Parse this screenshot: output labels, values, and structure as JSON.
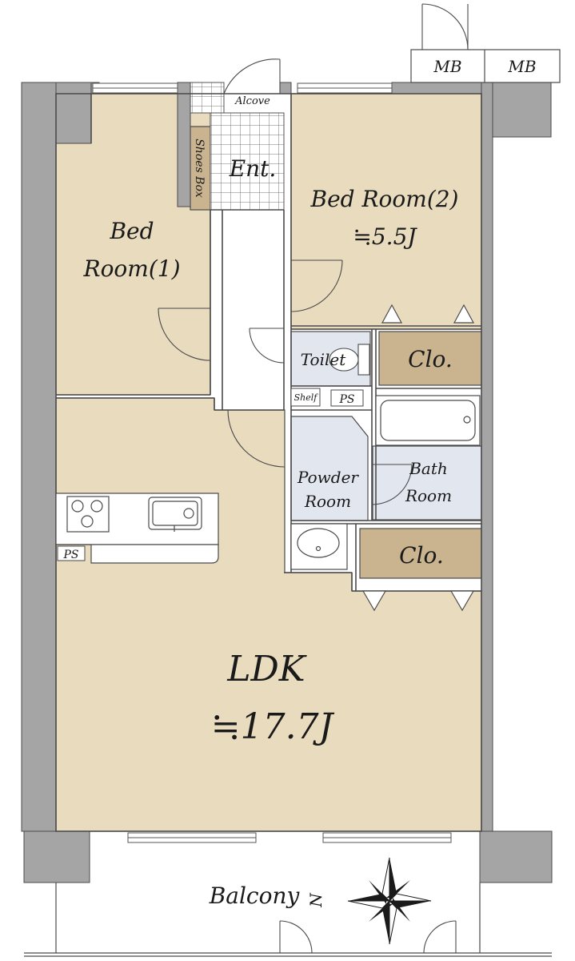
{
  "colors": {
    "floor": "#e8dbbe",
    "closet": "#c9b48f",
    "wet": "#e2e6ef",
    "wall": "#a5a5a5",
    "line": "#4a4a4a",
    "tile": "#777777"
  },
  "labels": {
    "mb_1": "MB",
    "mb_2": "MB",
    "alcove": "Alcove",
    "shoes_box": "Shoes Box",
    "entrance": "Ent.",
    "bedroom1_line1": "Bed",
    "bedroom1_line2": "Room(1)",
    "bedroom2_name": "Bed Room(2)",
    "bedroom2_size": "≒5.5J",
    "toilet": "Toilet",
    "closet_upper": "Clo.",
    "shelf": "Shelf",
    "ps_hall": "PS",
    "powder_line1": "Powder",
    "powder_line2": "Room",
    "bath_line1": "Bath",
    "bath_line2": "Room",
    "closet_lower": "Clo.",
    "ps_kitchen": "PS",
    "ldk_name": "LDK",
    "ldk_size": "≒17.7J",
    "balcony": "Balcony",
    "north": "N"
  },
  "icons": {
    "compass": "north-compass-icon",
    "stove": "gas-stove-icon",
    "sink": "kitchen-sink-icon",
    "bathtub": "bathtub-icon",
    "toilet": "toilet-icon",
    "washbasin": "washbasin-icon"
  }
}
